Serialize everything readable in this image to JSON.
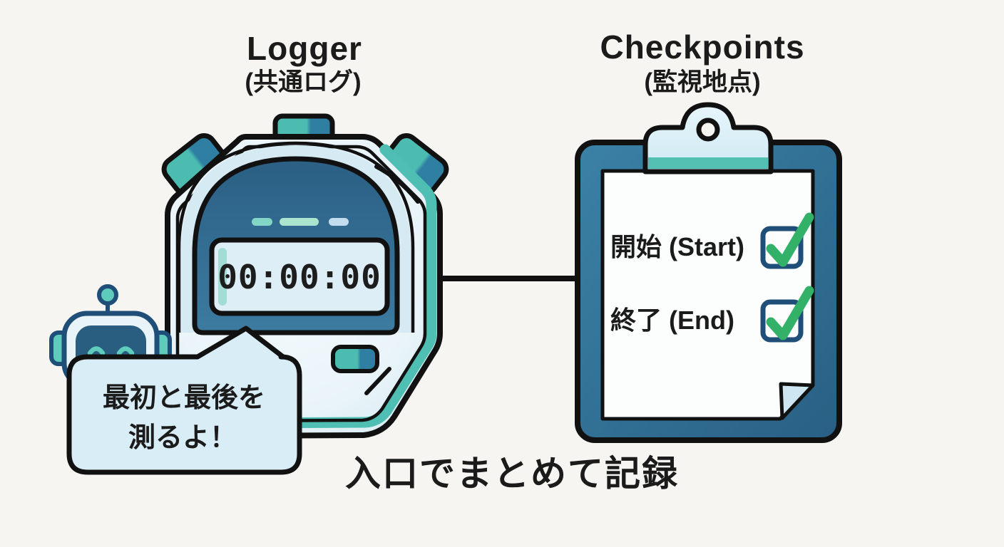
{
  "page": {
    "background": "#f7f5f1"
  },
  "logger": {
    "title": "Logger",
    "subtitle": "(共通ログ)"
  },
  "checkpoints": {
    "title": "Checkpoints",
    "subtitle": "(監視地点)",
    "items": [
      {
        "label": "開始 (Start)",
        "checked": true
      },
      {
        "label": "終了 (End)",
        "checked": true
      }
    ]
  },
  "stopwatch": {
    "display": "00:00:00"
  },
  "speech": {
    "line1": "最初と最後を",
    "line2": "測るよ！"
  },
  "caption": "入口でまとめて記録",
  "colors": {
    "outline": "#111111",
    "teal": "#4fbfb4",
    "steel_blue": "#2e6b90",
    "dome_blue": "#33688d",
    "light_blue": "#d9edf6",
    "paper": "#fcfdfd",
    "check_green": "#33b169",
    "checkbox_navy": "#1f4e79"
  }
}
